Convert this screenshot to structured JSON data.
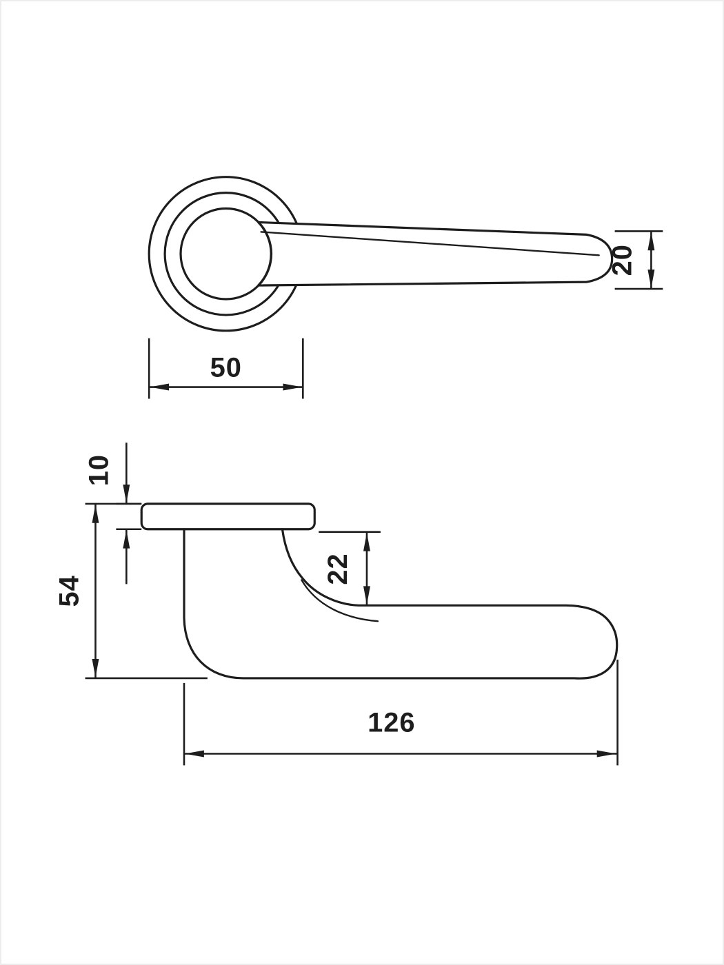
{
  "page": {
    "type": "technical-dimension-drawing",
    "subject": "door lever handle on round rosette, top view and side view",
    "background_color": "#ffffff",
    "line_color": "#1d1d1d",
    "frame_color": "#ececec"
  },
  "top_view": {
    "labels": {
      "rosette_diameter": "50",
      "lever_end_width": "20"
    }
  },
  "side_view": {
    "labels": {
      "rosette_thickness": "10",
      "overall_projection": "54",
      "grip_offset": "22",
      "overall_length": "126"
    }
  }
}
